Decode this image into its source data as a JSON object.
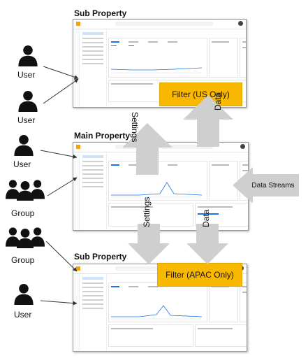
{
  "sections": {
    "top_title": "Sub Property",
    "middle_title": "Main Property",
    "bottom_title": "Sub Property"
  },
  "filters": {
    "us": "Filter (US Only)",
    "apac": "Filter (APAC Only)"
  },
  "arrows": {
    "settings_label": "Settings",
    "data_label": "Data",
    "streams_label": "Data Streams"
  },
  "people": {
    "user": "User",
    "group": "Group"
  },
  "colors": {
    "filter": "#f9b800",
    "arrow": "#cfcfcf",
    "people": "#111111"
  }
}
